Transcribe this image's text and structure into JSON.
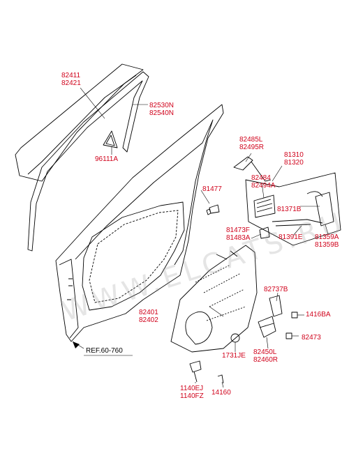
{
  "colors": {
    "label": "#d0021b",
    "line": "#000000",
    "watermark": "#b4b4b4"
  },
  "watermark": "WWW.ELCATS.RU",
  "reference": "REF.60-760",
  "labels": {
    "glass": "82411\n82421",
    "run_channel": "82530N\n82540N",
    "delta_cover": "96111A",
    "hinge_bolt": "81477",
    "link_rod": "82485L\n82495R",
    "latch_assy": "81310\n81320",
    "actuator": "82484\n82494A",
    "latch_rod": "81371B",
    "clip": "81473F\n81483A",
    "rod_clip": "81391E",
    "latch_bracket": "81359A\n81359B",
    "regulator": "82401\n82402",
    "bracket": "82737B",
    "bolt_right": "1416BA",
    "motor": "82473",
    "grommet": "1731JE",
    "motor_assy": "82450L\n82460R",
    "lower_bolt": "1140EJ\n1140FZ",
    "screw": "14160"
  }
}
